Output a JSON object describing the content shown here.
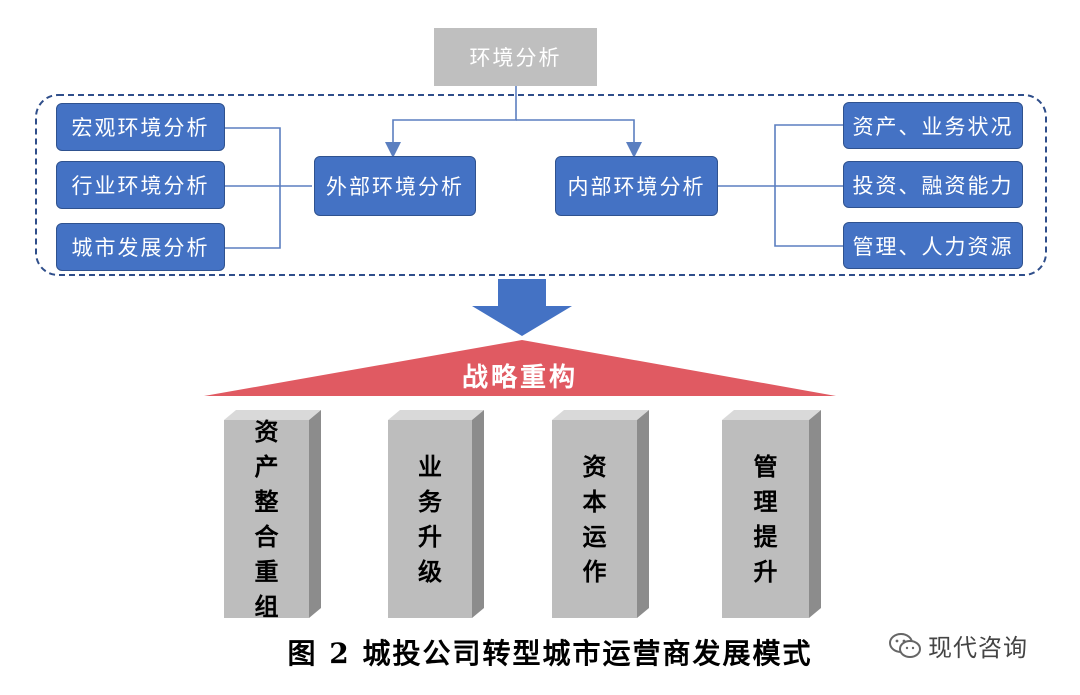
{
  "top": {
    "label": "环境分析"
  },
  "external": {
    "label": "外部环境分析",
    "items": [
      "宏观环境分析",
      "行业环境分析",
      "城市发展分析"
    ]
  },
  "internal": {
    "label": "内部环境分析",
    "items": [
      "资产、业务状况",
      "投资、融资能力",
      "管理、人力资源"
    ]
  },
  "roof": {
    "label": "战略重构"
  },
  "pillars": [
    {
      "chars": [
        "资",
        "产",
        "整",
        "合",
        "重",
        "组"
      ]
    },
    {
      "chars": [
        "业",
        "务",
        "升",
        "级"
      ]
    },
    {
      "chars": [
        "资",
        "本",
        "运",
        "作"
      ]
    },
    {
      "chars": [
        "管",
        "理",
        "提",
        "升"
      ]
    }
  ],
  "caption": "图 2  城投公司转型城市运营商发展模式",
  "watermark": "现代咨询",
  "colors": {
    "box_blue": "#4472c4",
    "top_gray": "#bfbfbf",
    "roof_red": "#e05a62",
    "arrow_blue": "#4472c4",
    "pillar_gray": "#bdbdbd",
    "dashed_border": "#2f4e8a"
  }
}
